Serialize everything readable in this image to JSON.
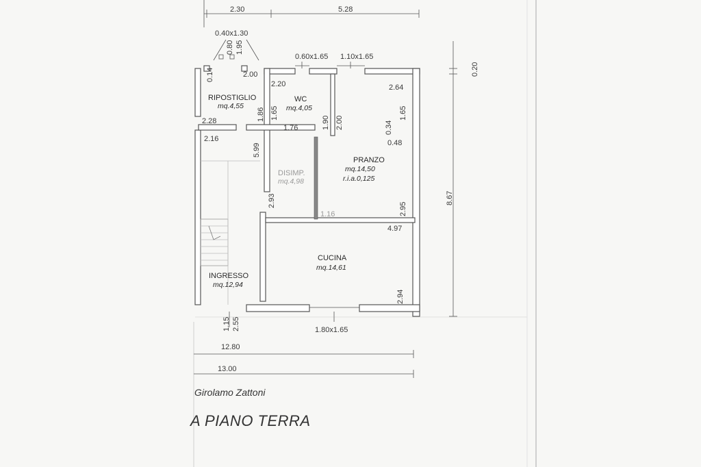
{
  "rooms": {
    "ripostiglio": {
      "name": "RIPOSTIGLIO",
      "area": "mq.4,55"
    },
    "wc": {
      "name": "WC",
      "area": "mq.4,05"
    },
    "disimp": {
      "name": "DISIMP.",
      "area": "mq.4,98"
    },
    "pranzo": {
      "name": "PRANZO",
      "area": "mq.14,50",
      "ria": "r.i.a.0,125"
    },
    "cucina": {
      "name": "CUCINA",
      "area": "mq.14,61"
    },
    "ingresso": {
      "name": "INGRESSO",
      "area": "mq.12,94"
    }
  },
  "dims": {
    "top_left": "2.30",
    "top_right": "5.28",
    "window_rip": "0.40x1.30",
    "d080": "0.80",
    "d195": "1.95",
    "d014": "0.14",
    "d200a": "2.00",
    "window_wc": "0.60x1.65",
    "window_pranzo": "1.10x1.65",
    "d020": "0.20",
    "d220": "2.20",
    "d264": "2.64",
    "d186": "1.86",
    "d165a": "1.65",
    "d176": "1.76",
    "d190": "1.90",
    "d200b": "2.00",
    "d034": "0.34",
    "d165b": "1.65",
    "d048": "0.48",
    "d228": "2.28",
    "d216": "2.16",
    "d599": "5.99",
    "d293": "2.93",
    "d295": "2.95",
    "d497": "4.97",
    "d294": "2.94",
    "d867": "8.67",
    "d115": "1.15",
    "d255": "2.55",
    "window_cucina": "1.80x1.65",
    "total_1280": "12.80",
    "total_1300": "13.00",
    "faded_116": "1.16"
  },
  "author": "Girolamo Zattoni",
  "title": "A PIANO TERRA",
  "colors": {
    "ink": "#3a3a3a",
    "paper": "#f7f7f5",
    "wall_fill": "#ffffff",
    "door_mark": "#555555"
  }
}
